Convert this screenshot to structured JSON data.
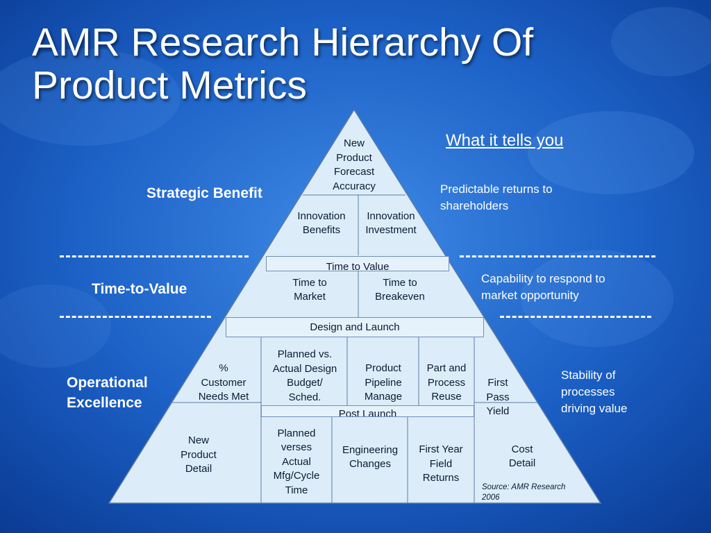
{
  "slide": {
    "title_line1": "AMR Research Hierarchy Of",
    "title_line2": "Product Metrics"
  },
  "header": {
    "what_it_tells_you": "What it tells you"
  },
  "levels": {
    "strategic": {
      "label": "Strategic Benefit",
      "desc_line1": "Predictable returns to",
      "desc_line2": "shareholders"
    },
    "time": {
      "label": "Time-to-Value",
      "desc_line1": "Capability to respond to",
      "desc_line2": "market opportunity"
    },
    "operational": {
      "label_line1": "Operational",
      "label_line2": "Excellence",
      "desc_line1": "Stability of",
      "desc_line2": "processes",
      "desc_line3": "driving value"
    }
  },
  "pyramid": {
    "apex": [
      "New",
      "Product",
      "Forecast",
      "Accuracy"
    ],
    "innovation_benefits": [
      "Innovation",
      "Benefits"
    ],
    "innovation_investment": [
      "Innovation",
      "Investment"
    ],
    "time_to_value_bar": "Time to Value",
    "time_to_market": [
      "Time to",
      "Market"
    ],
    "time_to_breakeven": [
      "Time to",
      "Breakeven"
    ],
    "design_launch_bar": "Design and Launch",
    "customer_needs": [
      "%",
      "Customer",
      "Needs Met"
    ],
    "planned_design": [
      "Planned vs.",
      "Actual Design",
      "Budget/",
      "Sched."
    ],
    "product_pipeline": [
      "Product",
      "Pipeline",
      "Manage"
    ],
    "part_process": [
      "Part and",
      "Process",
      "Reuse"
    ],
    "first_pass": [
      "First",
      "Pass",
      "Yield"
    ],
    "post_launch_bar": "Post Launch",
    "new_product_detail": [
      "New",
      "Product",
      "Detail"
    ],
    "planned_mfg": [
      "Planned",
      "verses",
      "Actual",
      "Mfg/Cycle",
      "Time"
    ],
    "engineering_changes": [
      "Engineering",
      "Changes"
    ],
    "first_year": [
      "First Year",
      "Field",
      "Returns"
    ],
    "cost_detail": [
      "Cost",
      "Detail"
    ],
    "source": [
      "Source: AMR Research",
      "2006"
    ]
  },
  "colors": {
    "background": "#1a5bbf",
    "pyramid_fill": "#dcedf9",
    "outline": "#5a7aa6"
  }
}
